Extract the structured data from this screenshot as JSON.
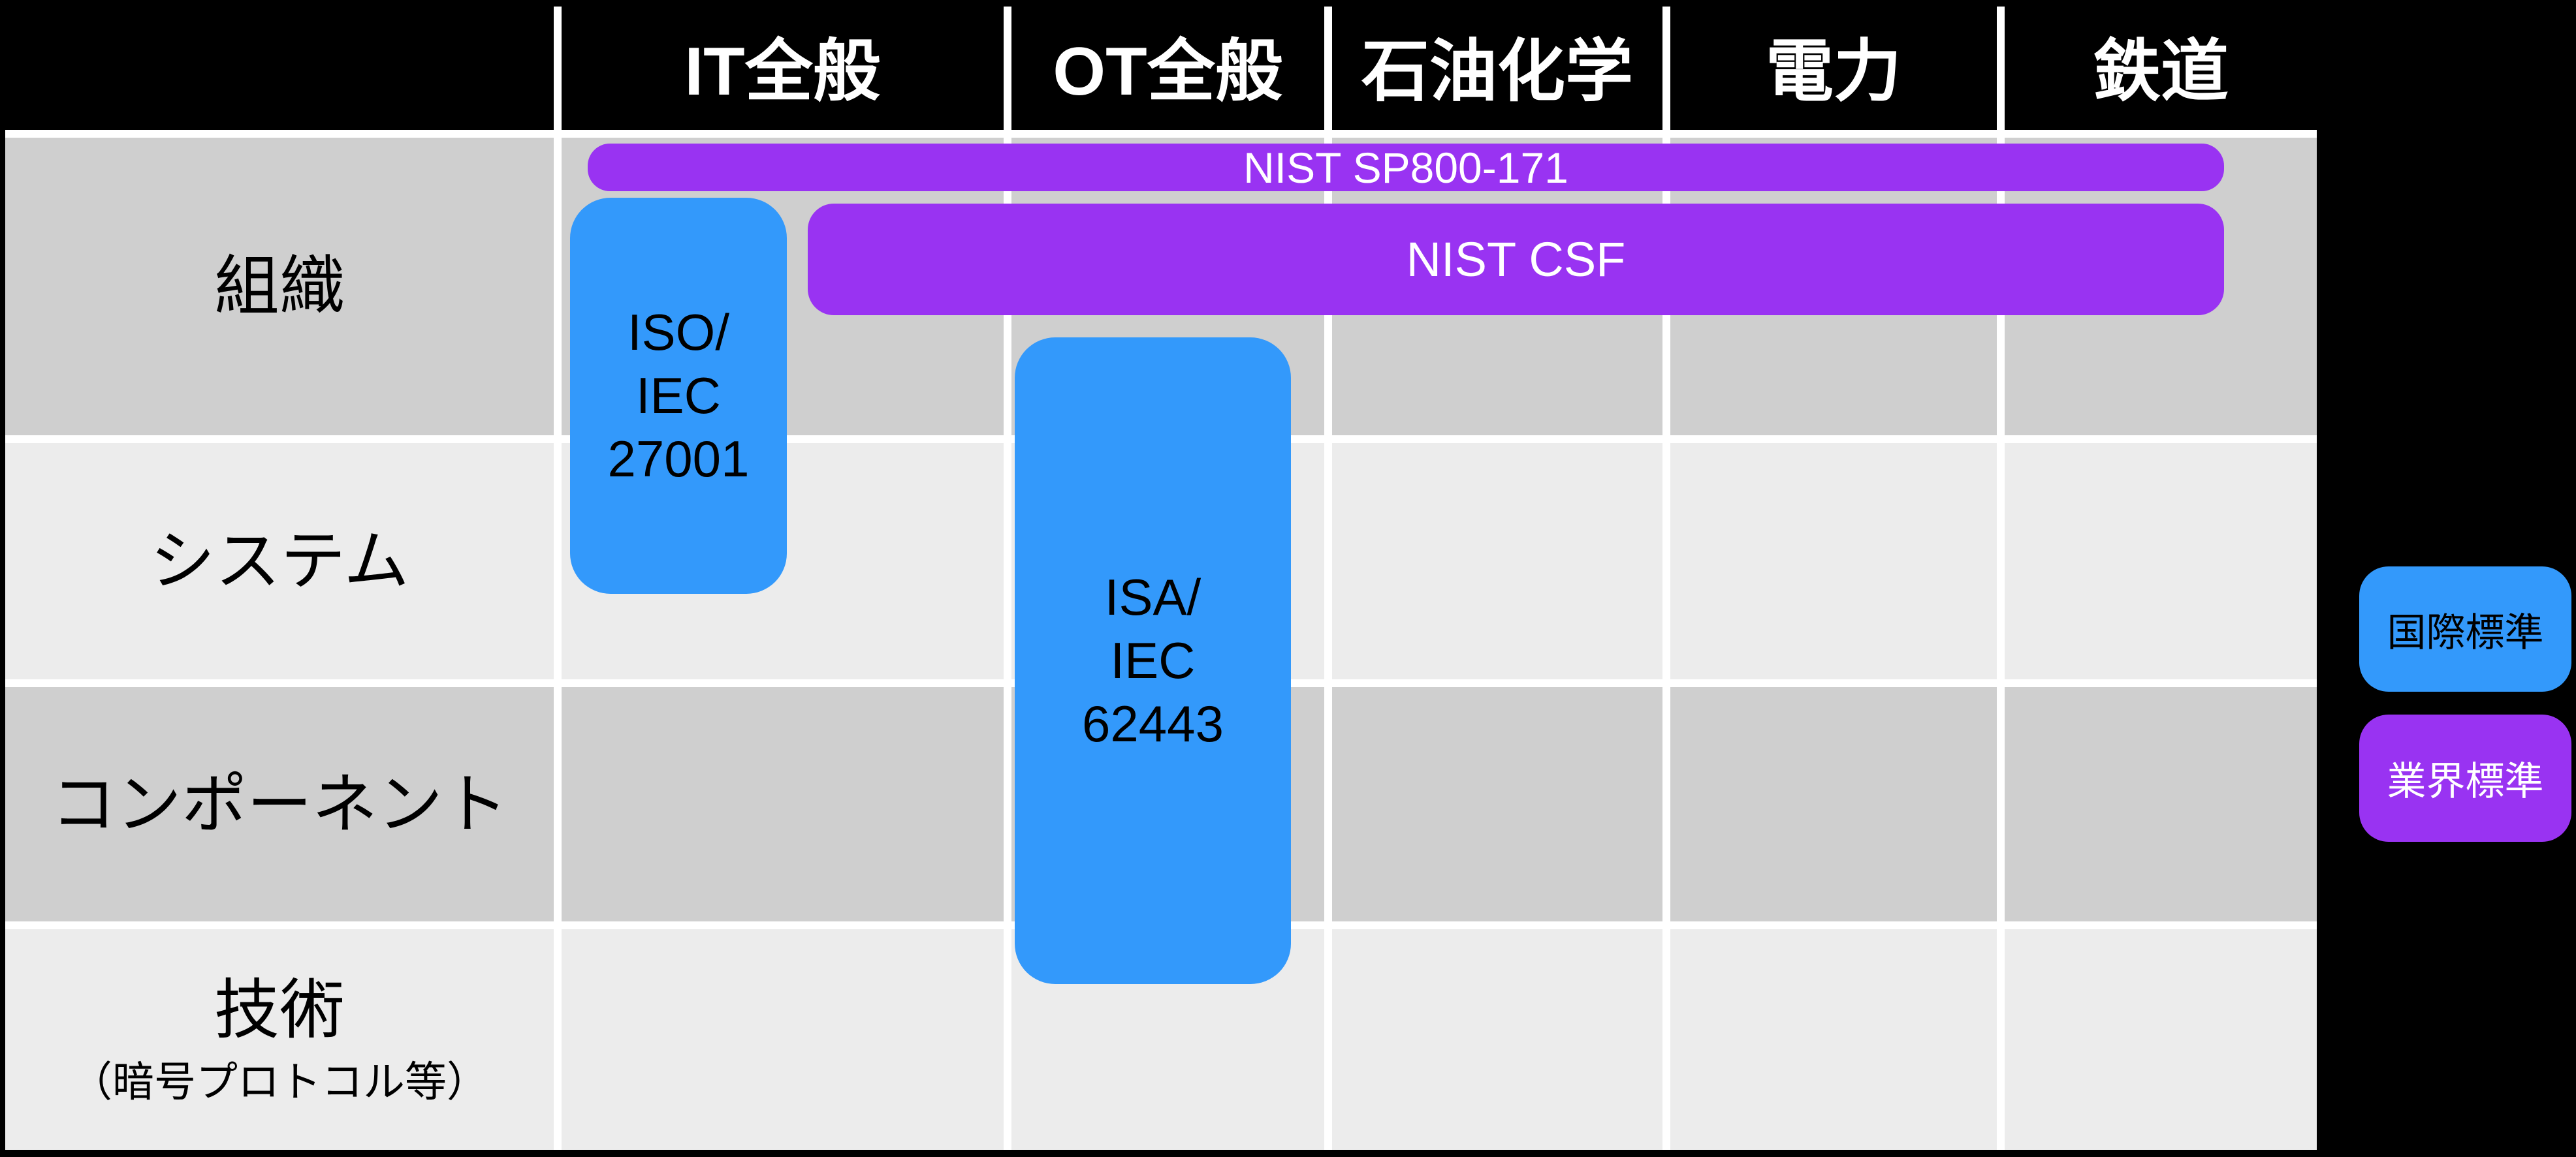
{
  "header": {
    "columns": [
      "IT全般",
      "OT全般",
      "石油化学",
      "電力",
      "鉄道"
    ]
  },
  "rows": [
    {
      "label": "組織"
    },
    {
      "label": "システム"
    },
    {
      "label": "コンポーネント"
    },
    {
      "label": "技術",
      "sublabel": "（暗号プロトコル等）"
    }
  ],
  "standards": [
    {
      "id": "nist-sp800-171",
      "label": "NIST SP800-171",
      "category": "業界標準",
      "color": "#9933F2",
      "columns_span": [
        "IT全般",
        "鉄道"
      ],
      "rows_span": [
        "組織"
      ]
    },
    {
      "id": "nist-csf",
      "label": "NIST CSF",
      "category": "業界標準",
      "color": "#9933F2",
      "columns_span": [
        "IT全般",
        "鉄道"
      ],
      "rows_span": [
        "組織"
      ]
    },
    {
      "id": "iso-iec-27001",
      "label": "ISO/IEC 27001",
      "lines": [
        "ISO/",
        "IEC",
        "27001"
      ],
      "category": "国際標準",
      "color": "#3399FB",
      "columns_span": [
        "IT全般"
      ],
      "rows_span": [
        "組織",
        "システム"
      ]
    },
    {
      "id": "isa-iec-62443",
      "label": "ISA/IEC 62443",
      "lines": [
        "ISA/",
        "IEC",
        "62443"
      ],
      "category": "国際標準",
      "color": "#3399FB",
      "columns_span": [
        "OT全般"
      ],
      "rows_span": [
        "組織",
        "技術"
      ]
    }
  ],
  "legend": [
    {
      "label": "国際標準",
      "color": "#3399FB",
      "text_color": "#000000"
    },
    {
      "label": "業界標準",
      "color": "#9933F2",
      "text_color": "#FFFFFF"
    }
  ],
  "colors": {
    "background": "#000000",
    "gridline": "#FFFFFF",
    "row_shade_dark": "#CFCFCF",
    "row_shade_light": "#ECECEC",
    "header_text": "#FFFFFF",
    "row_label_text": "#000000",
    "industry_purple": "#9933F2",
    "international_blue": "#3399FB"
  }
}
